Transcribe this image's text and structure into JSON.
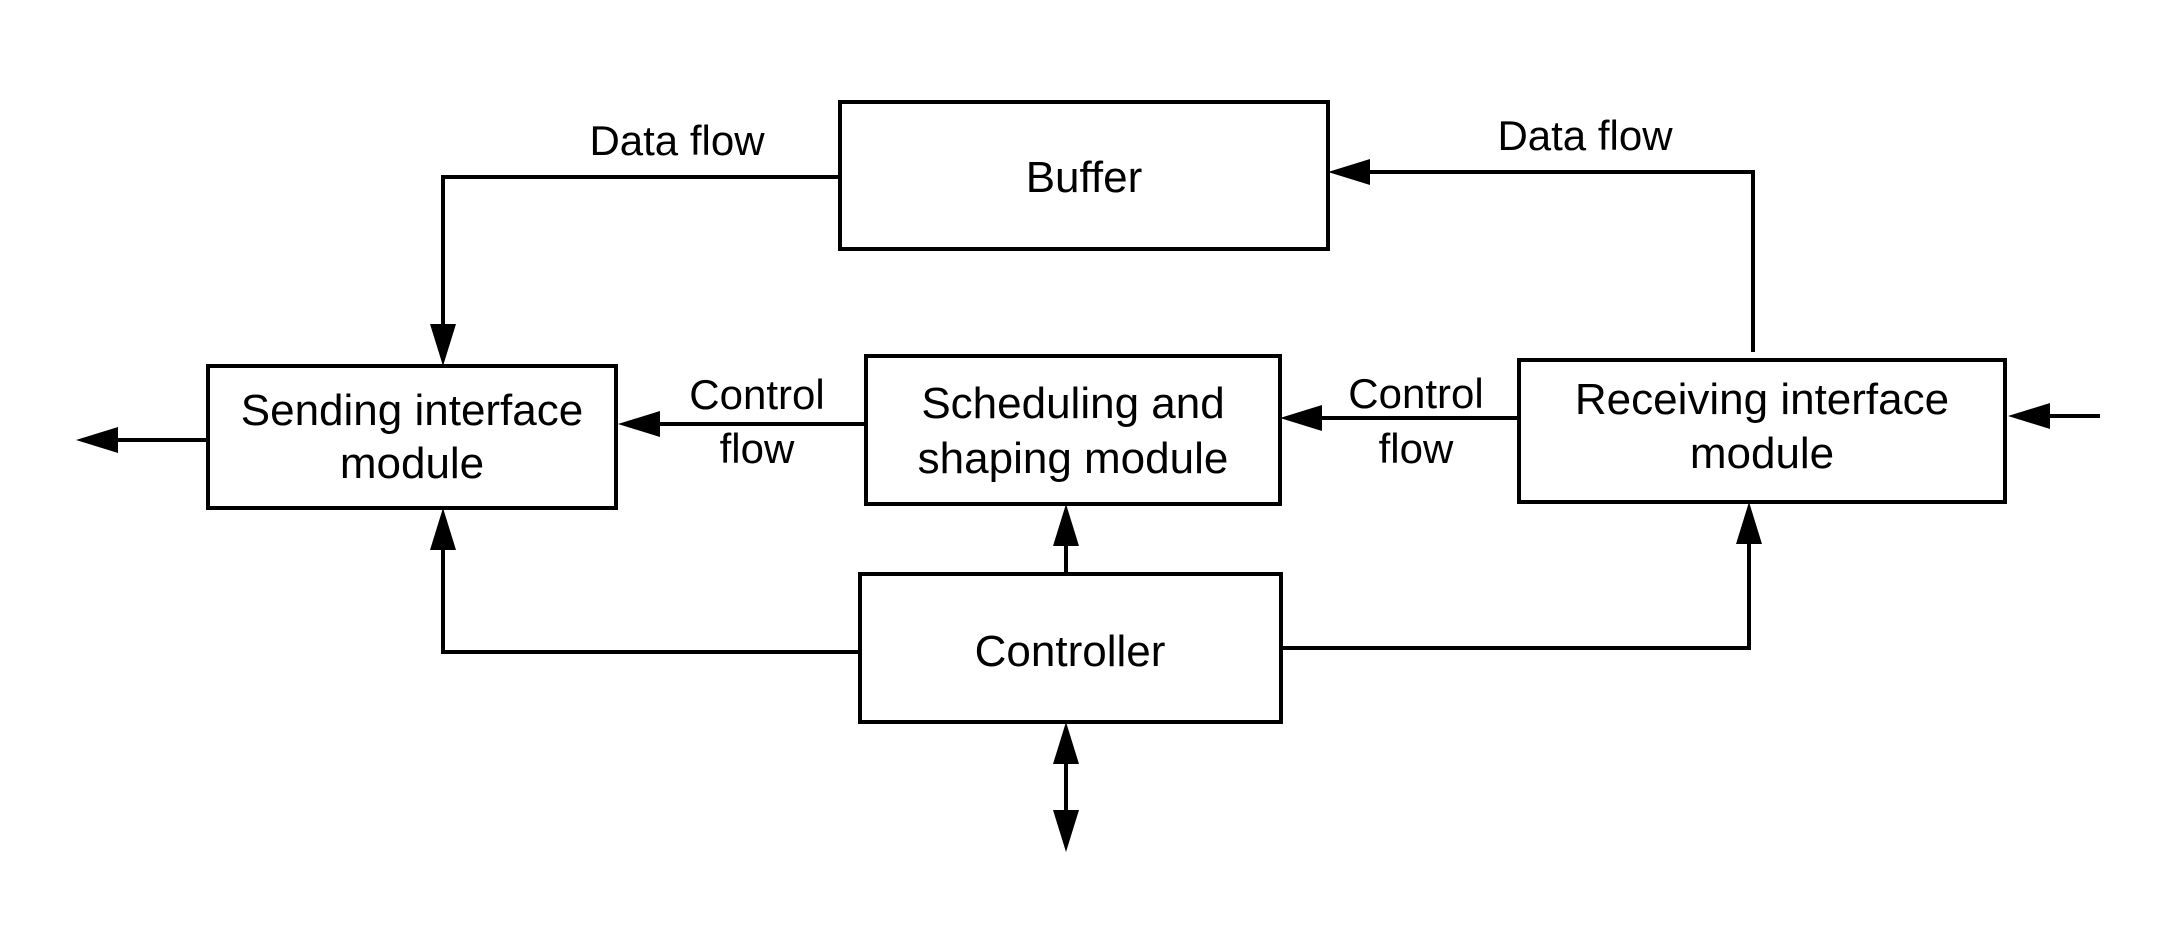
{
  "nodes": {
    "buffer": {
      "label": "Buffer"
    },
    "sending": {
      "line1": "Sending interface",
      "line2": "module"
    },
    "scheduling": {
      "line1": "Scheduling and",
      "line2": "shaping module"
    },
    "receiving": {
      "line1": "Receiving interface",
      "line2": "module"
    },
    "controller": {
      "label": "Controller"
    }
  },
  "edge_labels": {
    "data_flow_left": "Data flow",
    "data_flow_right": "Data flow",
    "control_flow_left": {
      "line1": "Control",
      "line2": "flow"
    },
    "control_flow_right": {
      "line1": "Control",
      "line2": "flow"
    }
  },
  "colors": {
    "stroke": "#000000",
    "background": "#ffffff"
  }
}
